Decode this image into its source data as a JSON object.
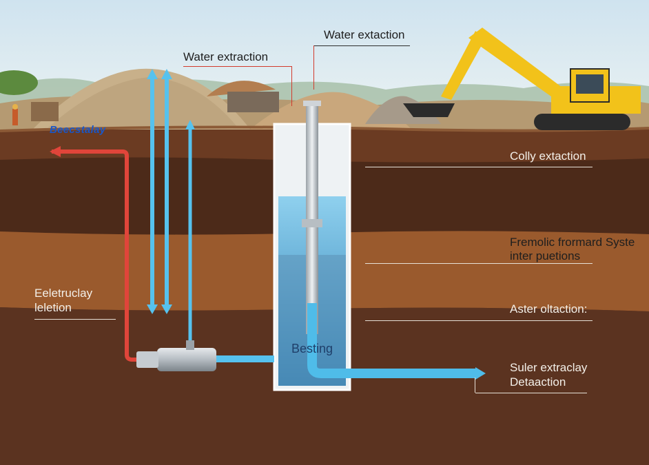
{
  "labels": {
    "top_left_callout": "Water extraction",
    "top_right_callout": "Water extaction",
    "surface_left": "Beecstalay",
    "right_1": "Colly extaction",
    "right_2_line1": "Fremolic frormard Syste",
    "right_2_line2": "inter puetions",
    "right_3": "Aster oltaction:",
    "right_4_line1": "Suler extraclay",
    "right_4_line2": "Detaaction",
    "left_mid_line1": "Eeletruclay",
    "left_mid_line2": "leletion",
    "well_label": "Besting"
  },
  "colors": {
    "sky": "#dbe9f2",
    "topsoil": "#6b3b22",
    "dark_soil": "#4c2a19",
    "mid_soil": "#9a5a2d",
    "deep_soil": "#5b3320",
    "water": "#4aa9d8",
    "red_pipe": "#e0453a",
    "blue_pipe": "#56c2ee",
    "excavator": "#f2c21a"
  }
}
